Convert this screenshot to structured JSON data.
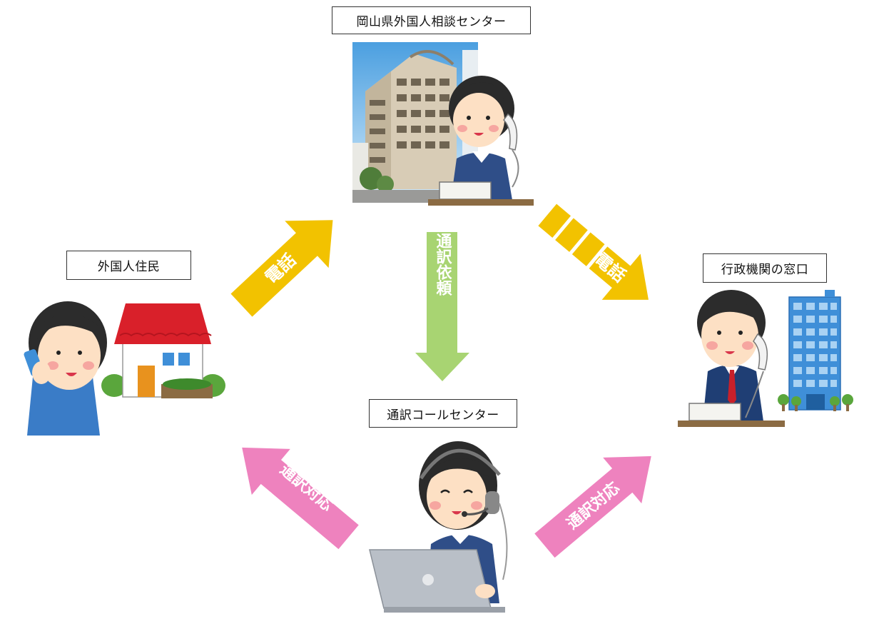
{
  "nodes": {
    "center": {
      "label": "岡山県外国人相談センター"
    },
    "resident": {
      "label": "外国人住民"
    },
    "government": {
      "label": "行政機関の窓口"
    },
    "callcenter": {
      "label": "通訳コールセンター"
    }
  },
  "arrows": {
    "resident_to_center": {
      "label": "電話",
      "color": "#f2c200"
    },
    "center_to_government": {
      "label": "電話",
      "color": "#f2c200"
    },
    "center_to_callcenter": {
      "label": "通訳依頼",
      "color": "#a8d472"
    },
    "callcenter_to_resident": {
      "label": "通訳対応",
      "color": "#ee82be"
    },
    "callcenter_to_government": {
      "label": "通訳対応",
      "color": "#ee82be"
    }
  }
}
